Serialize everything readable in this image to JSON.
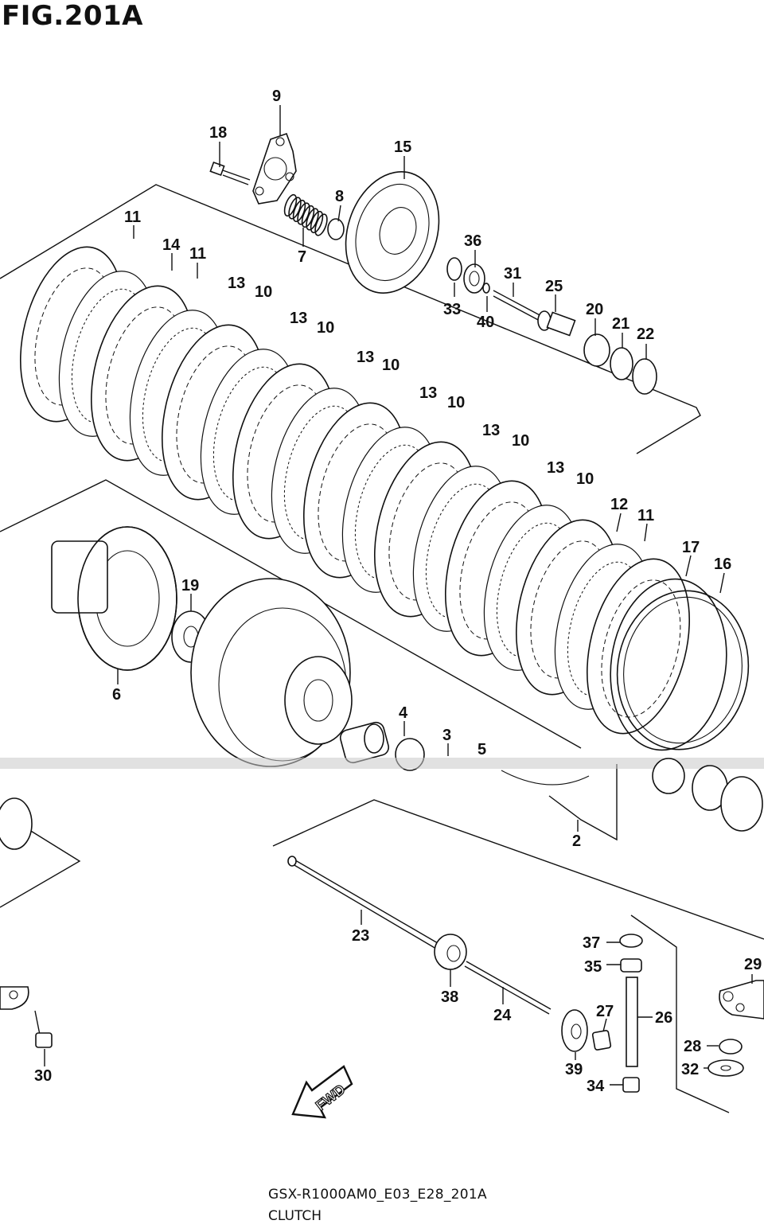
{
  "figure": {
    "title": "FIG.201A",
    "model_code": "GSX-R1000AM0_E03_E28_201A",
    "section_name": "CLUTCH",
    "direction_label": "FWD"
  },
  "callouts": [
    {
      "n": "9"
    },
    {
      "n": "18"
    },
    {
      "n": "15"
    },
    {
      "n": "8"
    },
    {
      "n": "7"
    },
    {
      "n": "11"
    },
    {
      "n": "14"
    },
    {
      "n": "11"
    },
    {
      "n": "36"
    },
    {
      "n": "33"
    },
    {
      "n": "40"
    },
    {
      "n": "31"
    },
    {
      "n": "25"
    },
    {
      "n": "20"
    },
    {
      "n": "21"
    },
    {
      "n": "22"
    },
    {
      "n": "13"
    },
    {
      "n": "10"
    },
    {
      "n": "13"
    },
    {
      "n": "10"
    },
    {
      "n": "13"
    },
    {
      "n": "10"
    },
    {
      "n": "13"
    },
    {
      "n": "10"
    },
    {
      "n": "13"
    },
    {
      "n": "10"
    },
    {
      "n": "13"
    },
    {
      "n": "10"
    },
    {
      "n": "12"
    },
    {
      "n": "11"
    },
    {
      "n": "17"
    },
    {
      "n": "16"
    },
    {
      "n": "19"
    },
    {
      "n": "6"
    },
    {
      "n": "4"
    },
    {
      "n": "3"
    },
    {
      "n": "5"
    },
    {
      "n": "2"
    },
    {
      "n": "23"
    },
    {
      "n": "38"
    },
    {
      "n": "24"
    },
    {
      "n": "37"
    },
    {
      "n": "35"
    },
    {
      "n": "27"
    },
    {
      "n": "26"
    },
    {
      "n": "39"
    },
    {
      "n": "34"
    },
    {
      "n": "29"
    },
    {
      "n": "28"
    },
    {
      "n": "32"
    },
    {
      "n": "30"
    }
  ]
}
